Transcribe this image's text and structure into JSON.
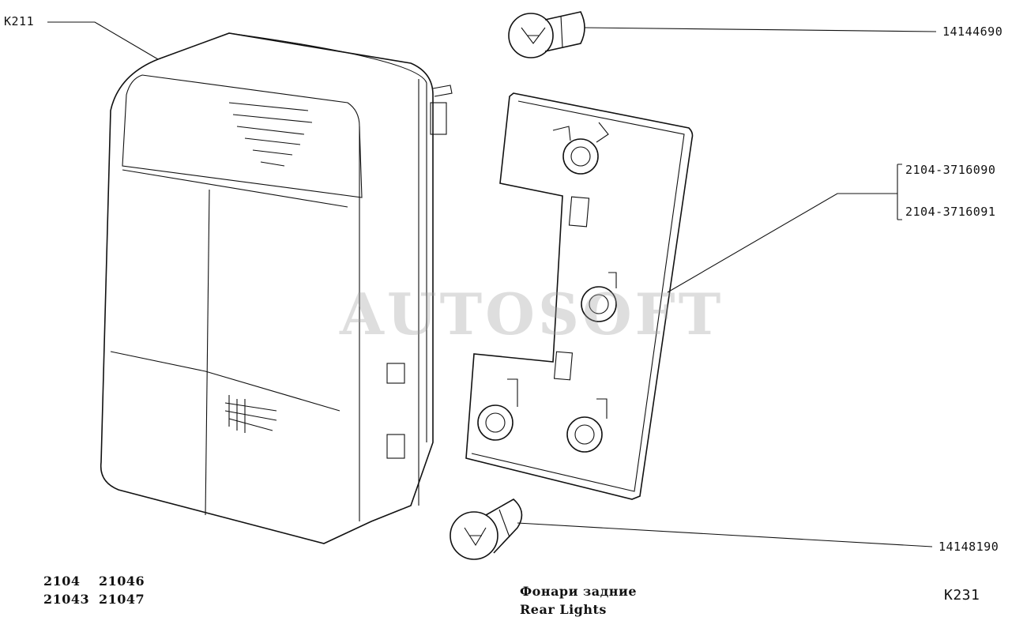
{
  "callouts": {
    "housing": "K211",
    "bulb_top": "14144690",
    "board_a": "2104-3716090",
    "board_b": "2104-3716091",
    "bulb_bottom": "14148190"
  },
  "models": [
    "2104",
    "21046",
    "21043",
    "21047"
  ],
  "caption": {
    "title_ru": "Фонари задние",
    "title_en": "Rear Lights"
  },
  "page_code": "K231",
  "watermark": "AUTOSOFT"
}
